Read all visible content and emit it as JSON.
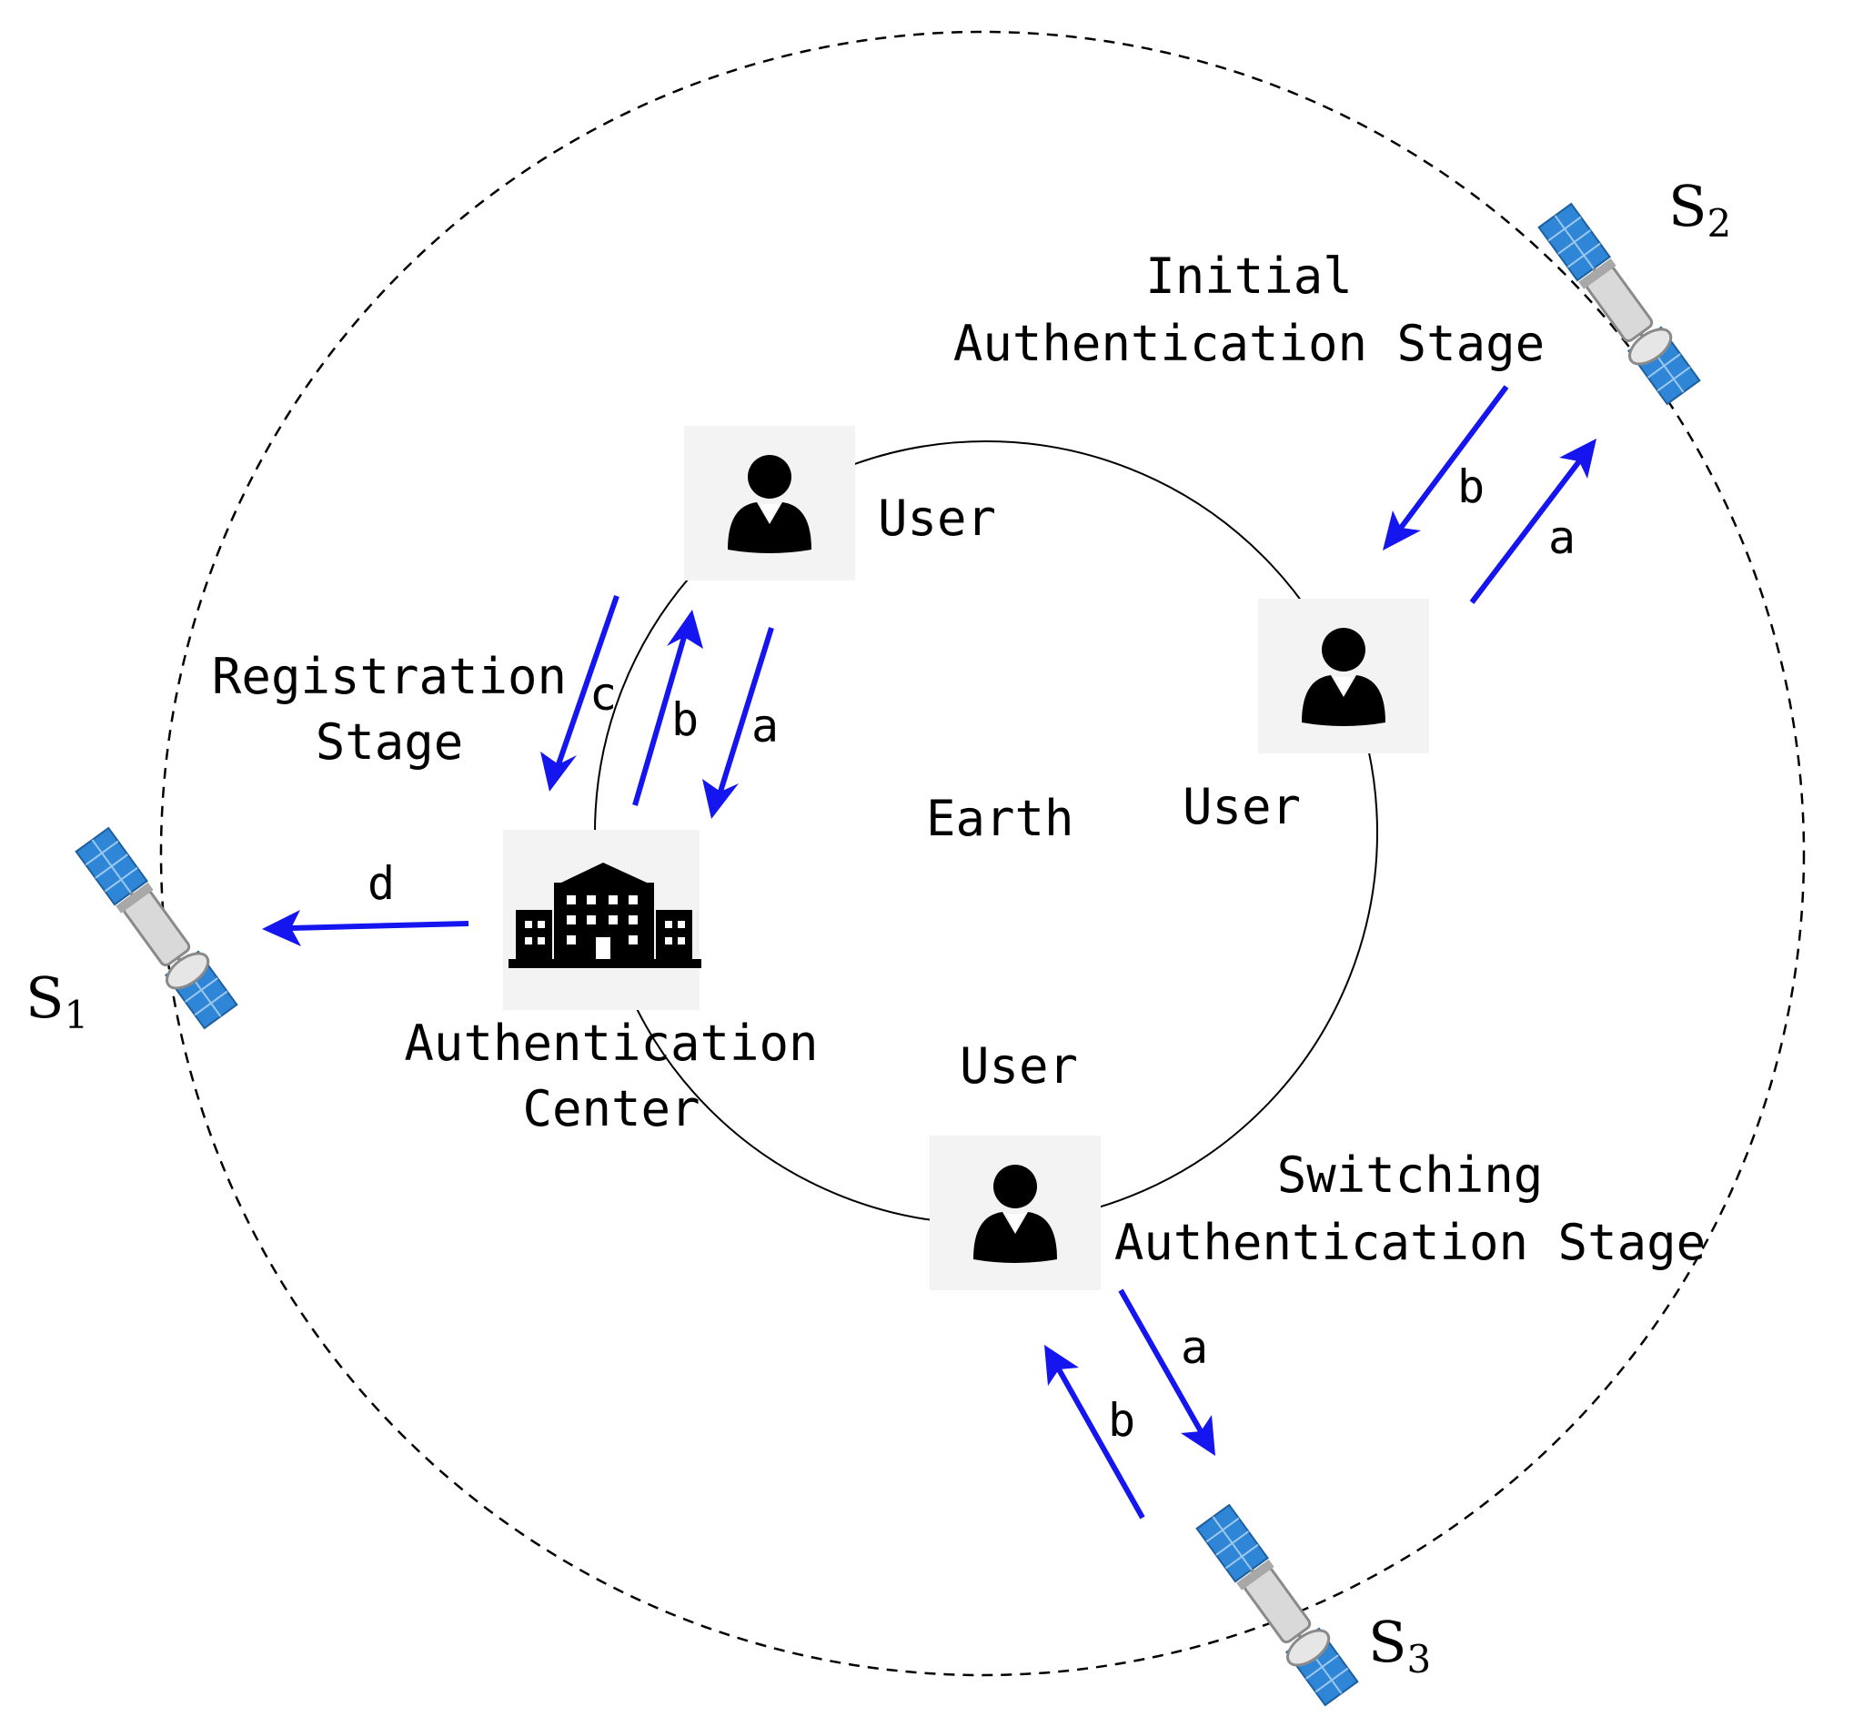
{
  "colors": {
    "arrow": "#1515f0",
    "tile": "#f3f3f3",
    "ink": "#000000",
    "panel_blue": "#2f86d6"
  },
  "earth": {
    "label": "Earth"
  },
  "authentication_center": {
    "line1": "Authentication",
    "line2": "Center",
    "icon": "building-icon"
  },
  "users": [
    {
      "label": "User",
      "icon": "user-icon"
    },
    {
      "label": "User",
      "icon": "user-icon"
    },
    {
      "label": "User",
      "icon": "user-icon"
    }
  ],
  "stages": {
    "registration": {
      "line1": "Registration",
      "line2": "Stage"
    },
    "initial": {
      "line1": "Initial",
      "line2": "Authentication Stage"
    },
    "switching": {
      "line1": "Switching",
      "line2": "Authentication Stage"
    }
  },
  "satellites": [
    {
      "name": "S",
      "sub": "1",
      "icon": "satellite-icon"
    },
    {
      "name": "S",
      "sub": "2",
      "icon": "satellite-icon"
    },
    {
      "name": "S",
      "sub": "3",
      "icon": "satellite-icon"
    }
  ],
  "arrow_labels": {
    "reg_c": "c",
    "reg_b": "b",
    "reg_a": "a",
    "reg_d": "d",
    "init_b": "b",
    "init_a": "a",
    "switch_a": "a",
    "switch_b": "b"
  }
}
